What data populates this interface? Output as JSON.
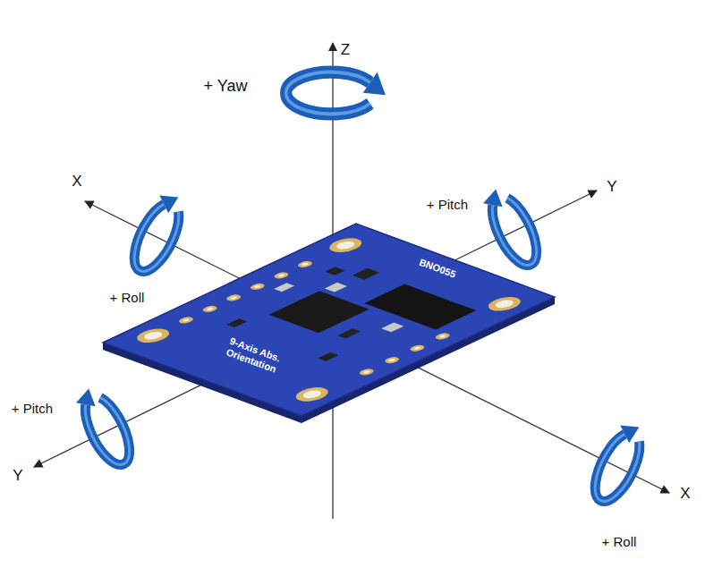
{
  "diagram": {
    "labels": [
      "Z",
      "+ Yaw",
      "X",
      "+ Pitch",
      "Y",
      "+ Roll",
      "BNO055",
      "9-Axis Abs. Orientation",
      "+ Pitch",
      "Y",
      "X",
      "+ Roll"
    ]
  }
}
